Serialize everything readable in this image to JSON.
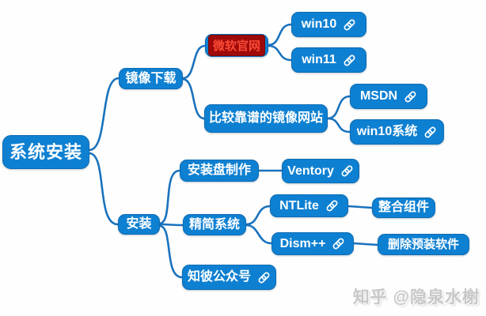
{
  "colors": {
    "node_blue": "#0e80d2",
    "node_border": "#0b6cb4",
    "connector_blue": "#1a72bd",
    "highlight_bg_red": "#9e0a0a",
    "highlight_text_red": "#fb4a35",
    "node_text": "#ffffff",
    "watermark_gray": "#c8c8c8"
  },
  "tree": {
    "label": "系统安装",
    "children": [
      {
        "label": "镜像下载",
        "children": [
          {
            "label": "微软官网",
            "highlight": true,
            "children": [
              {
                "label": "win10",
                "link": true
              },
              {
                "label": "win11",
                "link": true
              }
            ]
          },
          {
            "label": "比较靠谱的镜像网站",
            "children": [
              {
                "label": "MSDN",
                "link": true
              },
              {
                "label": "win10系统",
                "link": true
              }
            ]
          }
        ]
      },
      {
        "label": "安装",
        "children": [
          {
            "label": "安装盘制作",
            "children": [
              {
                "label": "Ventory",
                "link": true
              }
            ]
          },
          {
            "label": "精简系统",
            "children": [
              {
                "label": "NTLite",
                "link": true,
                "children": [
                  {
                    "label": "整合组件"
                  }
                ]
              },
              {
                "label": "Dism++",
                "link": true,
                "children": [
                  {
                    "label": "删除预装软件"
                  }
                ]
              }
            ]
          },
          {
            "label": "知彼公众号",
            "link": true
          }
        ]
      }
    ]
  },
  "watermark": {
    "text": "知乎 @隐泉水榭"
  }
}
